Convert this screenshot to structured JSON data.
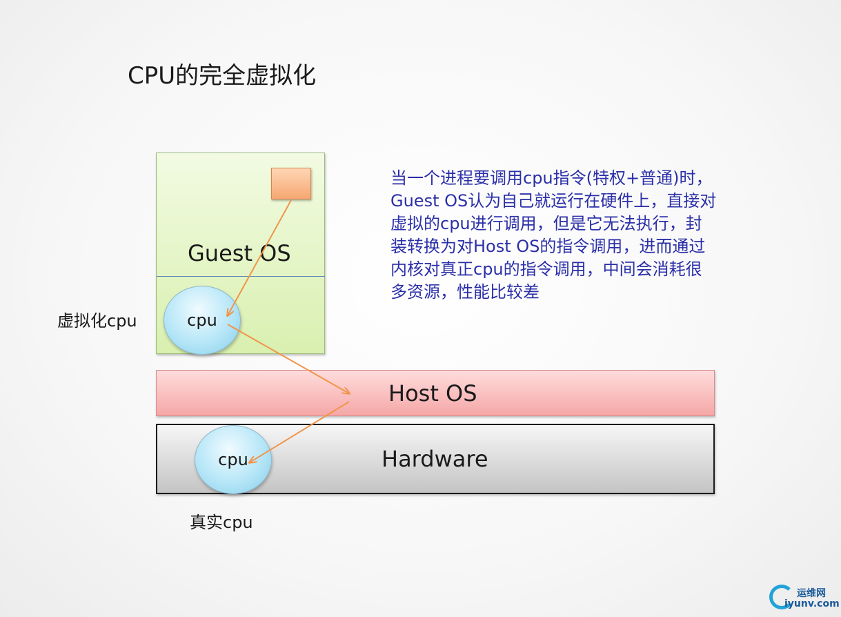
{
  "title": "CPU的完全虚拟化",
  "guest_os": {
    "label": "Guest OS",
    "cpu_label": "cpu"
  },
  "virtual_cpu_caption": "虚拟化cpu",
  "host_os": {
    "label": "Host OS"
  },
  "hardware": {
    "label": "Hardware",
    "cpu_label": "cpu"
  },
  "real_cpu_caption": "真实cpu",
  "description_lines": [
    "当一个进程要调用cpu指令(特权+普通)时，",
    "Guest OS认为自己就运行在硬件上，直接对",
    "虚拟的cpu进行调用，但是它无法执行，封",
    "装转换为对Host OS的指令调用，进而通过",
    "内核对真正cpu的指令调用，中间会消耗很",
    "多资源，性能比较差"
  ],
  "watermark": {
    "top": "运维网",
    "bottom": "iyunv.com"
  },
  "colors": {
    "arrow": "#f0954a",
    "description_text": "#2b2fa8",
    "guest_fill": "#d9f0b0",
    "host_fill": "#f5a7a7",
    "hardware_fill": "#c4c4c4",
    "cpu_fill": "#b6e6f7",
    "process_fill": "#f6a772"
  }
}
